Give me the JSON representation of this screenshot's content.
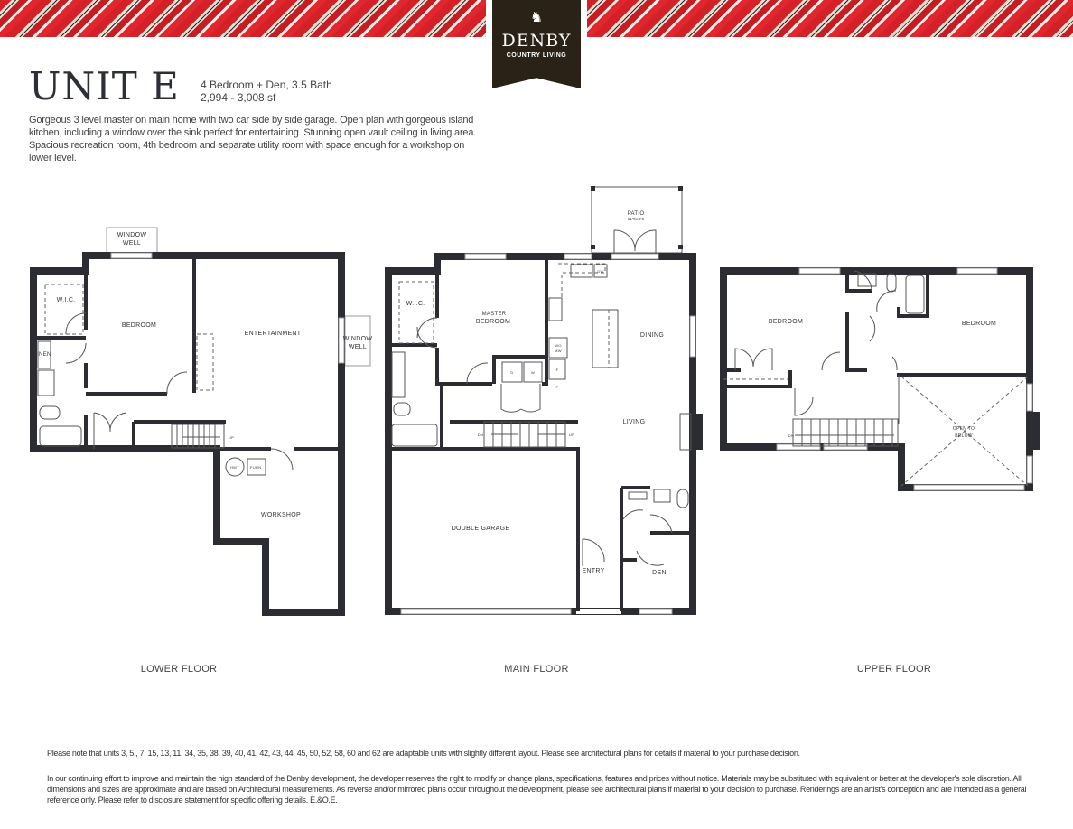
{
  "brand": {
    "name": "DENBY",
    "tagline": "COUNTRY LIVING",
    "icon": "horse-head-icon",
    "colors": {
      "stripe_red": "#d42027",
      "logo_bg": "#2a2217",
      "wall": "#2b2d33"
    }
  },
  "header": {
    "title": "UNIT E",
    "specs_line1": "4 Bedroom + Den, 3.5 Bath",
    "specs_line2": "2,994 - 3,008 sf",
    "description": "Gorgeous 3 level master on main home with two car side by side garage. Open plan with gorgeous island kitchen, including a window over the sink perfect for entertaining. Stunning open vault ceiling in living area. Spacious recreation room, 4th bedroom and separate utility room with space enough for a workshop on lower level."
  },
  "floors": {
    "lower": {
      "label": "LOWER FLOOR",
      "rooms": {
        "wic": "W.I.C.",
        "bedroom": "BEDROOM",
        "entertainment": "ENTERTAINMENT",
        "linen": "LINEN",
        "workshop": "WORKSHOP",
        "window_well": "WINDOW",
        "window_well2": "WELL",
        "hwt": "HWT",
        "furn": "FURN.",
        "up": "UP"
      }
    },
    "main": {
      "label": "MAIN FLOOR",
      "rooms": {
        "patio": "PATIO",
        "patio_size": "11'0x8'0",
        "wic": "W.I.C.",
        "master1": "MASTER",
        "master2": "BEDROOM",
        "dining": "DINING",
        "living": "LIVING",
        "garage": "DOUBLE GARAGE",
        "entry": "ENTRY",
        "den": "DEN",
        "dw": "DW",
        "wo": "WO",
        "mw": "MW",
        "d": "D",
        "w": "W",
        "f": "F",
        "p": "P",
        "dn": "DN",
        "up": "UP"
      }
    },
    "upper": {
      "label": "UPPER FLOOR",
      "rooms": {
        "bedroom_left": "BEDROOM",
        "bedroom_right": "BEDROOM",
        "open1": "OPEN TO",
        "open2": "BELOW",
        "dn": "DN"
      }
    }
  },
  "footer": {
    "note": "Please note that units 3, 5,, 7, 15, 13, 11, 34, 35, 38, 39, 40, 41, 42, 43, 44, 45, 50, 52, 58, 60 and 62 are adaptable units with slightly different layout.  Please see architectural plans for details if material to your purchase decision.",
    "disclaimer": "In our continuing effort to improve and maintain the high standard of the Denby development, the developer reserves the right to modify or change plans, specifications, features and prices without notice. Materials may be substituted with equivalent or better at the developer's sole discretion. All dimensions and sizes are approximate and are based on Architectural measurements. As reverse and/or mirrored plans occur throughout the development, please see architectural plans if material to your decision to purchase. Renderings are an artist's conception and are intended as a general reference only. Please refer to disclosure statement for specific offering details. E.&O.E."
  }
}
